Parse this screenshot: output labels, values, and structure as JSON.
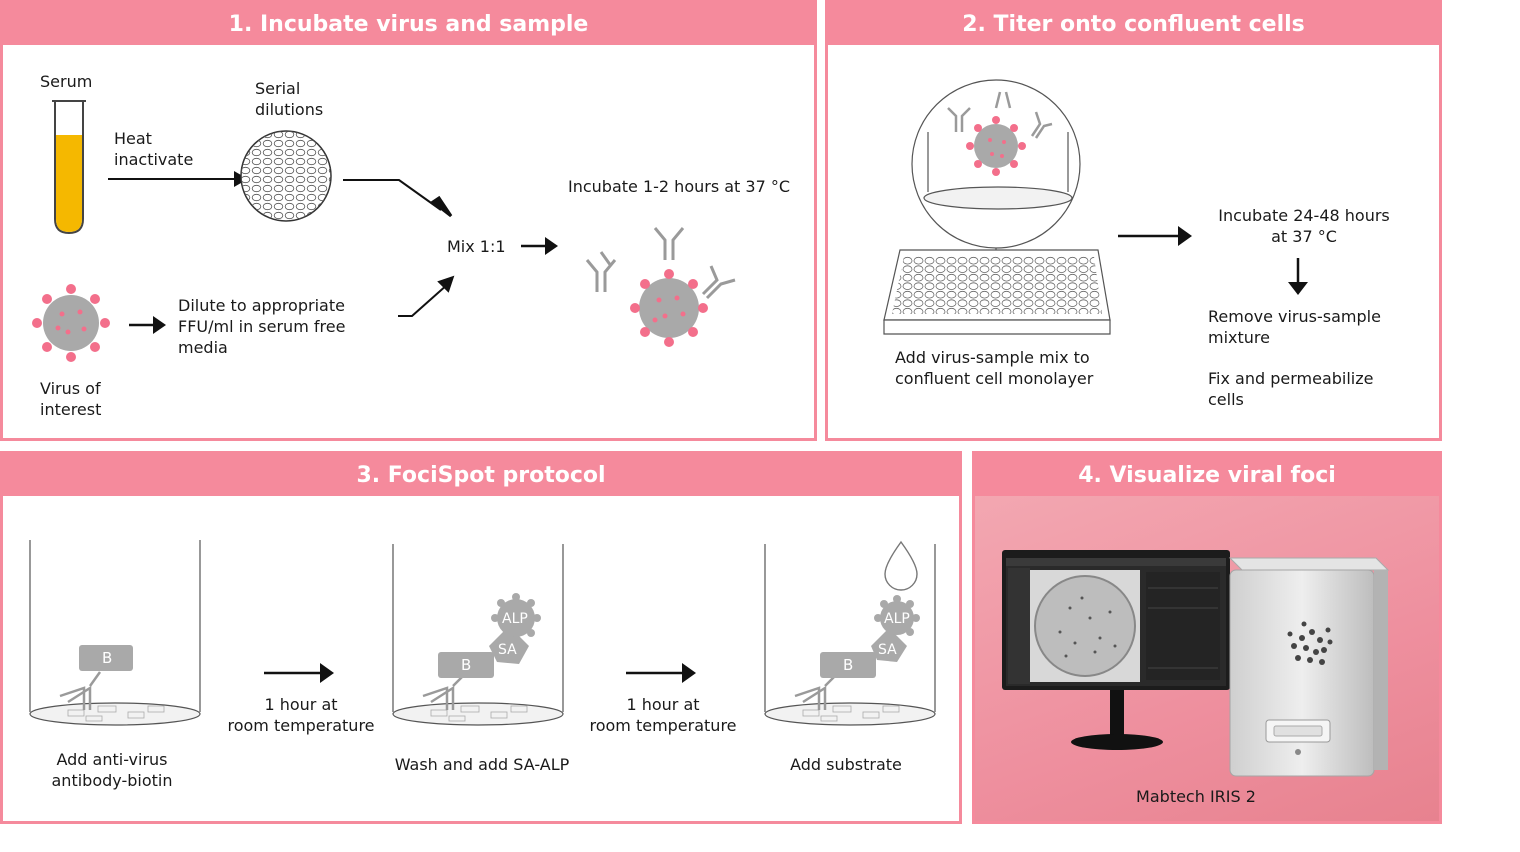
{
  "panels": {
    "p1": {
      "title": "1. Incubate virus and sample",
      "serum_label": "Serum",
      "serial_label": "Serial\ndilutions",
      "heat_label": "Heat\ninactivate",
      "mix_label": "Mix 1:1",
      "incubate_label": "Incubate 1-2 hours at 37 °C",
      "dilute_label": "Dilute to appropriate\nFFU/ml in serum free\nmedia",
      "virus_label": "Virus of\ninterest"
    },
    "p2": {
      "title": "2. Titer onto confluent cells",
      "add_mix_label": "Add virus-sample mix to\nconfluent cell monolayer",
      "incubate_label": "Incubate 24-48 hours\nat 37 °C",
      "remove_label": "Remove virus-sample\nmixture",
      "fix_label": "Fix and permeabilize\ncells"
    },
    "p3": {
      "title": "3. FociSpot protocol",
      "step1_label": "Add anti-virus\nantibody-biotin",
      "wait1_label": "1 hour at\nroom temperature",
      "step2_label": "Wash and add SA-ALP",
      "wait2_label": "1 hour at\nroom temperature",
      "step3_label": "Add substrate",
      "biotin_tag": "B",
      "sa_tag": "SA",
      "alp_tag": "ALP"
    },
    "p4": {
      "title": "4. Visualize viral foci",
      "device_label": "Mabtech IRIS 2"
    }
  },
  "colors": {
    "accent": "#f58a9c",
    "serum": "#f5b800",
    "virus_body": "#a9a9a9",
    "virus_spike": "#f36f8b"
  }
}
